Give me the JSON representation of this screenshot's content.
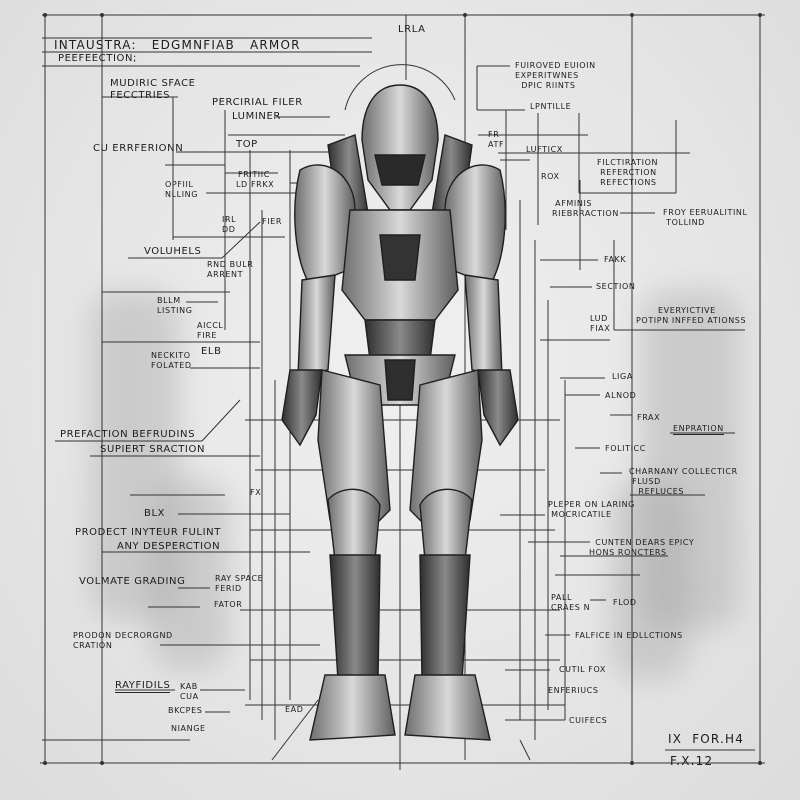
{
  "title": {
    "line1": "INTAUSTRA:   EDGMNFIAB   ARMOR",
    "line2": "PEEFEECTION;"
  },
  "top_label": "LRLA",
  "labels_left": [
    {
      "id": "mudiric",
      "text": "MUDIRIC SFACE\nFECCTRIES"
    },
    {
      "id": "percirial",
      "text": "PERCIRIAL FIlER"
    },
    {
      "id": "luminer",
      "text": "LUMINER"
    },
    {
      "id": "top",
      "text": "TOP"
    },
    {
      "id": "cu-errferionn",
      "text": "CU ERRFERIONN"
    },
    {
      "id": "fritiic",
      "text": "FRITIIC"
    },
    {
      "id": "ld-frkx",
      "text": "LD FRKX"
    },
    {
      "id": "opfiil",
      "text": "OPFIIL\nNLLING"
    },
    {
      "id": "irl-dd",
      "text": "IRL\nDD"
    },
    {
      "id": "fier",
      "text": "FIER"
    },
    {
      "id": "voluhels",
      "text": "VOLUHELS"
    },
    {
      "id": "rnd-bulr",
      "text": "RND BULR\nARRENT"
    },
    {
      "id": "bllm",
      "text": "BLLM\nLISTING"
    },
    {
      "id": "aiccl",
      "text": "AICCL\nFIRE"
    },
    {
      "id": "elb",
      "text": "ELB"
    },
    {
      "id": "neckito",
      "text": "NECKITO\nFOLATED"
    },
    {
      "id": "prefaction",
      "text": "PREFACTION BEFRUDINS"
    },
    {
      "id": "supiert",
      "text": "SUPIERT SRACTION"
    },
    {
      "id": "fx",
      "text": "FX"
    },
    {
      "id": "blx",
      "text": "BLX"
    },
    {
      "id": "prodect",
      "text": "PRODECT INYTEUR FULINT"
    },
    {
      "id": "any-desperction",
      "text": "ANY DESPERCTION"
    },
    {
      "id": "volmate",
      "text": "VOLMATE GRADING"
    },
    {
      "id": "ray-space",
      "text": "RAY SPACE\nFERID"
    },
    {
      "id": "fator",
      "text": "FATOR"
    },
    {
      "id": "prodon",
      "text": "PRODON DECRORGND\nCRATION"
    },
    {
      "id": "rayfidils",
      "text": "RAYFIDILS"
    },
    {
      "id": "kab",
      "text": "KAB\nCUA"
    },
    {
      "id": "bkcpes",
      "text": "BKCPES"
    },
    {
      "id": "niange",
      "text": "NIANGE"
    },
    {
      "id": "ead",
      "text": "EAD"
    }
  ],
  "labels_right": [
    {
      "id": "fuiroved",
      "text": "FUIROVED EUIOIN\nEXPERITWNES\n  DPIC RIINTS"
    },
    {
      "id": "lpntille",
      "text": "LPNTILLE"
    },
    {
      "id": "fr-atf",
      "text": "FR\nATF"
    },
    {
      "id": "lufticx",
      "text": "LUFTICX"
    },
    {
      "id": "rox",
      "text": "ROX"
    },
    {
      "id": "filctiration",
      "text": "FILCTIRATION\n REFERCTION\n REFECTIONS"
    },
    {
      "id": "afminis",
      "text": " AFMINIS\nRIEBRRACTION"
    },
    {
      "id": "froy",
      "text": "FROY EERUALITINL\n TOLLIND"
    },
    {
      "id": "fakk",
      "text": "FAKK"
    },
    {
      "id": "section",
      "text": "SECTION"
    },
    {
      "id": "lud-fiax",
      "text": "LUD\nFIAX"
    },
    {
      "id": "everyictive",
      "text": "       EVERYICTIVE\nPOTIPN INFFED ATIONSS"
    },
    {
      "id": "liga",
      "text": "LIGA"
    },
    {
      "id": "alnod",
      "text": "ALNOD"
    },
    {
      "id": "frax",
      "text": "FRAX"
    },
    {
      "id": "enpration",
      "text": "ENPRATION"
    },
    {
      "id": "foliticc",
      "text": "FOLITICC"
    },
    {
      "id": "charnany",
      "text": "CHARNANY COLLECTICR\n FLUSD\n   REFLUCES"
    },
    {
      "id": "pleper",
      "text": "PLEPER ON LARING\n MOCRICATILE"
    },
    {
      "id": "cunten",
      "text": "  CUNTEN DEARS EPICY\nHONS RONCTERS"
    },
    {
      "id": "pall",
      "text": "PALL\nCRAES N"
    },
    {
      "id": "flod",
      "text": "FLOD"
    },
    {
      "id": "falfice",
      "text": "FALFICE IN EDLLCTIONS"
    },
    {
      "id": "cutil-fox",
      "text": "CUTIL FOX"
    },
    {
      "id": "enferiucs",
      "text": "ENFERIUCS"
    },
    {
      "id": "cuifecs",
      "text": "CUIFECS"
    }
  ],
  "scale_note": {
    "line1": "IX  FOR.H4",
    "line2": "F.X.12"
  },
  "colors": {
    "paper": "#e9e9e9",
    "ink": "#1e1e1e",
    "armor_light": "#d4d4d4",
    "armor_mid": "#8c8c8c",
    "armor_dark": "#3a3a3a"
  }
}
